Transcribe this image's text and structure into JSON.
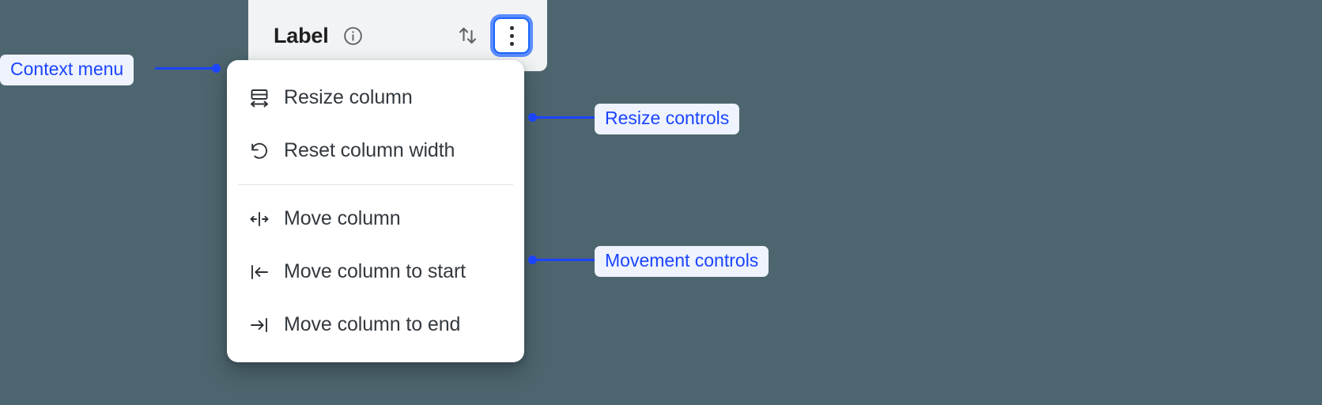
{
  "background_color": "#4d656e",
  "accent_color": "#1b44ff",
  "column_header": {
    "title": "Label",
    "background_color": "#f1f3f4",
    "info_icon": "info-circle-icon",
    "sort_icon": "sort-arrows-icon",
    "overflow_icon": "kebab-menu-icon",
    "overflow_focused": true,
    "focus_ring_color": "#1b66ff"
  },
  "context_menu": {
    "groups": [
      {
        "name": "resize",
        "items": [
          {
            "icon": "resize-column-icon",
            "label": "Resize column"
          },
          {
            "icon": "reset-width-icon",
            "label": "Reset column width"
          }
        ]
      },
      {
        "name": "movement",
        "items": [
          {
            "icon": "move-column-icon",
            "label": "Move column"
          },
          {
            "icon": "move-to-start-icon",
            "label": "Move column to start"
          },
          {
            "icon": "move-to-end-icon",
            "label": "Move column to end"
          }
        ]
      }
    ]
  },
  "annotations": [
    {
      "id": "context-menu",
      "label": "Context menu"
    },
    {
      "id": "resize-controls",
      "label": "Resize controls"
    },
    {
      "id": "movement-controls",
      "label": "Movement controls"
    }
  ]
}
